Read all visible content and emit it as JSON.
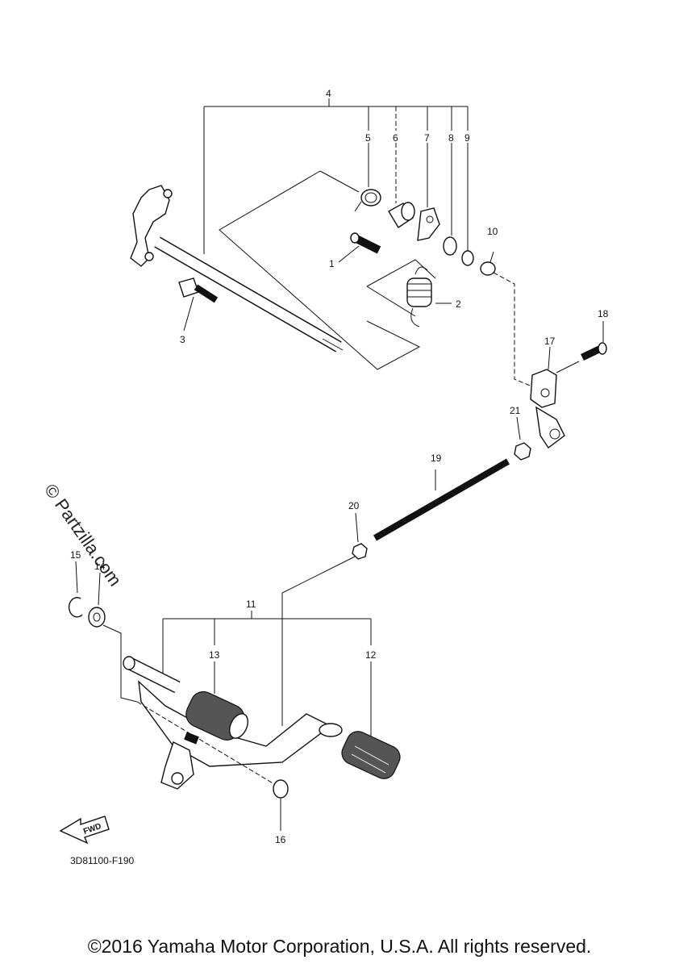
{
  "diagram": {
    "callouts": [
      "1",
      "2",
      "3",
      "4",
      "5",
      "6",
      "7",
      "8",
      "9",
      "10",
      "11",
      "12",
      "13",
      "14",
      "15",
      "16",
      "17",
      "18",
      "19",
      "20",
      "21"
    ],
    "fwd_label": "FWD",
    "drawing_code": "3D81100-F190",
    "watermark": "© Partzilla.com"
  },
  "footer": {
    "copyright": "©2016 Yamaha Motor Corporation, U.S.A. All rights reserved."
  }
}
